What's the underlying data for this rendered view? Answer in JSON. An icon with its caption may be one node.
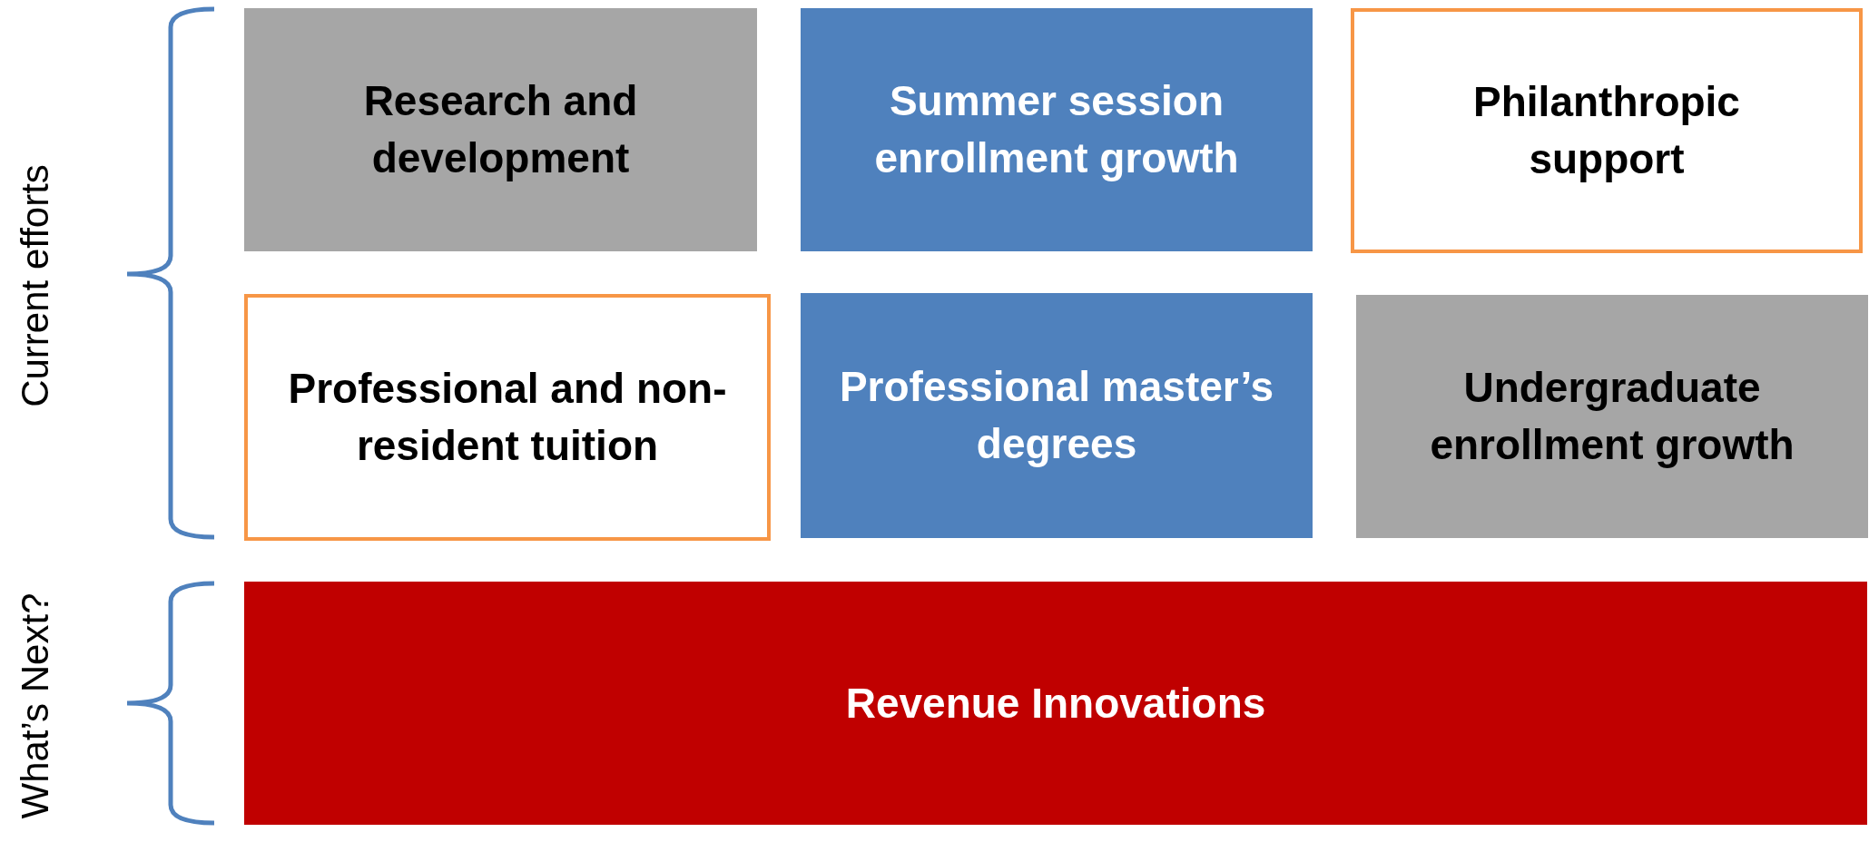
{
  "diagram": {
    "nodes": [
      {
        "text": [
          "Research and development"
        ]
      },
      {
        "text": [
          "Summer session enrollment growth"
        ]
      },
      {
        "text": [
          "Philanthropic support"
        ]
      },
      {
        "text": [
          "Professional and non-resident tuition"
        ]
      },
      {
        "text": [
          "Professional master’s degrees"
        ]
      },
      {
        "text": [
          "Undergraduate enrollment growth"
        ]
      },
      {
        "text": [
          "Revenue Innovations"
        ]
      }
    ],
    "labels": [
      "Current efforts",
      "What’s Next?"
    ]
  }
}
